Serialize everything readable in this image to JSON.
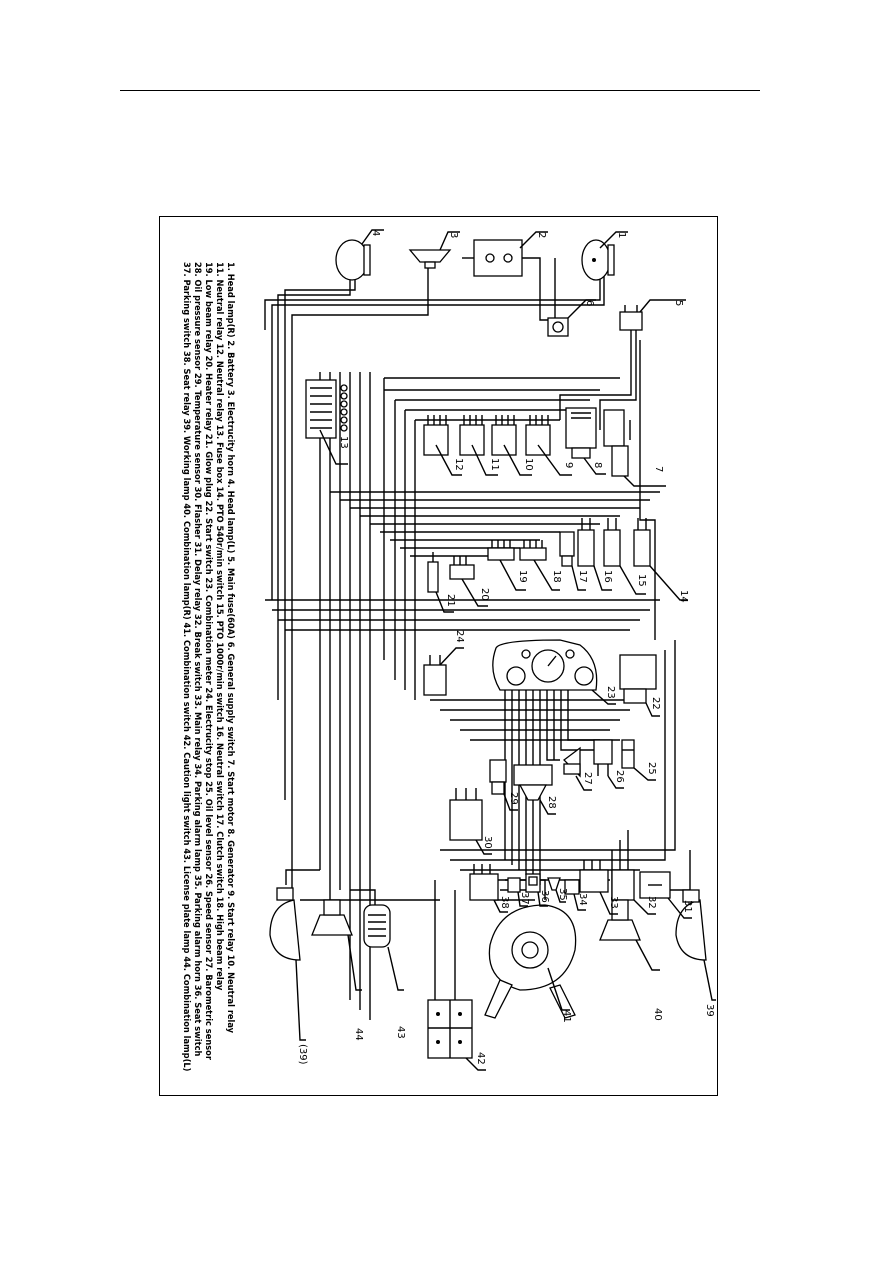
{
  "legend": {
    "line1": "1. Head lamp(R) 2. Battery 3. Electrucity horn 4. Head lamp(L) 5. Main fuse(60A) 6. General supply switch 7. Start motor 8. Generator 9. Start relay 10. Neutral relay",
    "line2": "11. Neutral relay 12. Neutral relay 13. Fuse box 14. PTO 540r/min switch 15. PTO 1000r/min switch 16. Neutral switch 17. Clutch switch 18. High beam relay",
    "line3": "19. Low beam relay 20. Heater relay 21. Glow plug 22. Start switch 23. Combination meter 24. Electrucity stop 25. Oil level sensor 26. Speed sensor 27. Barometric sensor",
    "line4": "28. Oil pressure sensor 29. Temperature sensor 30. Flasher 31. Delay relay 32. Break switch 33. Main relay 34. Parking alarm lamp 35. Parking alarm horn 36. Seat switch",
    "line5": "37. Parking switch 38. Seat relay 39. Working lamp 40. Combination lamp(R) 41. Combination switch 42. Caution light switch 43. License plate lamp 44. Combination lamp(L)"
  },
  "components": [
    "1",
    "2",
    "3",
    "4",
    "5",
    "6",
    "7",
    "8",
    "9",
    "10",
    "11",
    "12",
    "13",
    "14",
    "15",
    "16",
    "17",
    "18",
    "19",
    "20",
    "21",
    "22",
    "23",
    "24",
    "25",
    "26",
    "27",
    "28",
    "29",
    "30",
    "31",
    "32",
    "33",
    "34",
    "35",
    "36",
    "37",
    "38",
    "39",
    "40",
    "41",
    "42",
    "43",
    "44",
    "(39)"
  ]
}
